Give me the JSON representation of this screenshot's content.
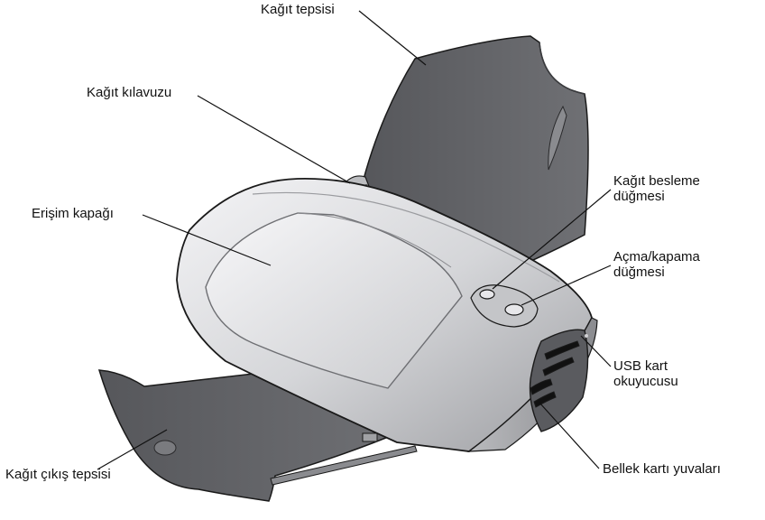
{
  "colors": {
    "tray_dark": "#5d5e62",
    "tray_mid": "#6e6f73",
    "body_light": "#d8d9dc",
    "body_shadow": "#8d8e92",
    "outline": "#1a1a1a"
  },
  "labels": {
    "paper_tray": "Kağıt tepsisi",
    "paper_guide": "Kağıt kılavuzu",
    "access_cover": "Erişim kapağı",
    "feed_button_1": "Kağıt besleme",
    "feed_button_2": "düğmesi",
    "power_button_1": "Açma/kapama",
    "power_button_2": "düğmesi",
    "usb_reader_1": "USB kart",
    "usb_reader_2": "okuyucusu",
    "card_slots": "Bellek kartı yuvaları",
    "exit_tray": "Kağıt çıkış tepsisi"
  }
}
